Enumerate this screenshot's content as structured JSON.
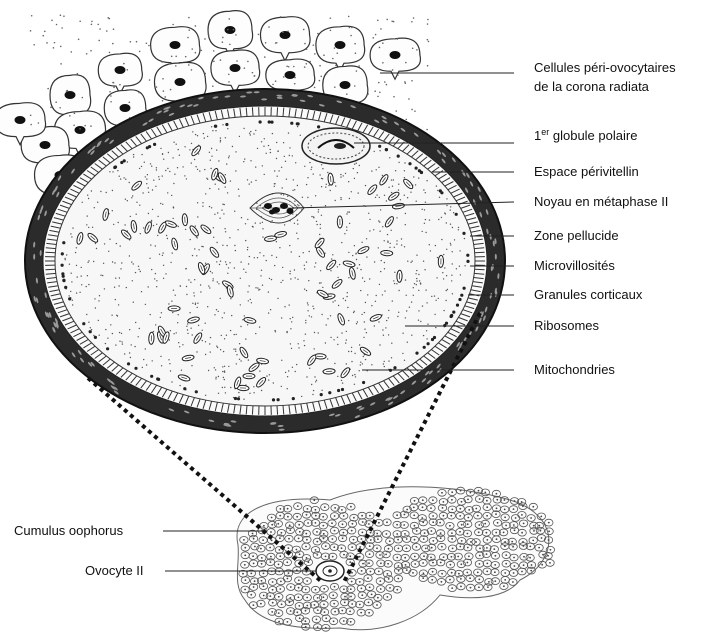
{
  "labels": {
    "corona_line1": "Cellules péri-ovocytaires",
    "corona_line2": "de la corona radiata",
    "globule_num": "1",
    "globule_sup": "er",
    "globule_rest": " globule polaire",
    "perivitellin": "Espace périvitellin",
    "noyau": "Noyau en métaphase II",
    "zone": "Zone pellucide",
    "microvillosites": "Microvillosités",
    "granules": "Granules corticaux",
    "ribosomes": "Ribosomes",
    "mitochondries": "Mitochondries",
    "cumulus": "Cumulus oophorus",
    "ovocyte": "Ovocyte II"
  },
  "colors": {
    "ink": "#1a1a1a",
    "zone_dark": "#2b2b2b",
    "cyto": "#f7f7f7"
  }
}
